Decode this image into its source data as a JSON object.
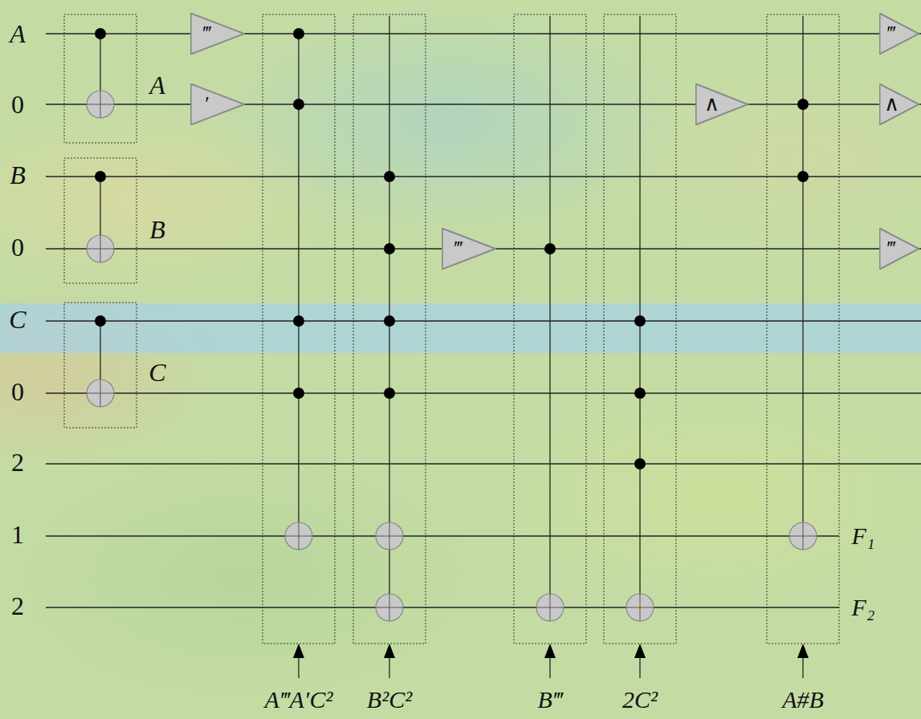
{
  "diagram": {
    "nodes": [
      {
        "text": [
          "‴"
        ]
      },
      {
        "text": [
          "‴"
        ]
      },
      {
        "text": [
          "′"
        ]
      },
      {
        "text": [
          "∧"
        ]
      },
      {
        "text": [
          "∧"
        ]
      },
      {
        "text": [
          "‴"
        ]
      },
      {
        "text": [
          "‴"
        ]
      }
    ],
    "labels": [
      "A",
      "0",
      "B",
      "0",
      "C",
      "0",
      "2",
      "1",
      "2",
      "A",
      "B",
      "C",
      "F₁",
      "F₂",
      "A‴A′C²",
      "B²C²",
      "B‴",
      "2C²",
      "A#B"
    ]
  }
}
